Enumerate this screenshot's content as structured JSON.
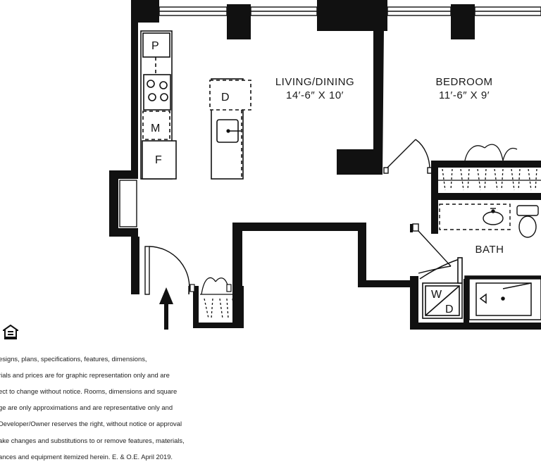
{
  "rooms": {
    "living": {
      "name": "LIVING/DINING",
      "dims": "14′-6″ X 10′"
    },
    "bedroom": {
      "name": "BEDROOM",
      "dims": "11′-6″ X 9′"
    },
    "bath": {
      "name": "BATH"
    }
  },
  "appliances": {
    "pantry": "P",
    "microwave": "M",
    "fridge": "F",
    "dishwasher": "D",
    "washer_dryer_line1": "W",
    "washer_dryer_line2": "D"
  },
  "icons": {
    "entry": "entry-arrow-icon",
    "housing": "equal-housing-opportunity-icon"
  },
  "disclaimer": [
    "esigns, plans, specifications, features, dimensions,",
    "rials and prices are for graphic representation only and are",
    "ect to change without notice. Rooms, dimensions and square",
    "ge are only approximations and are representative only and",
    "Developer/Owner reserves the right, without notice or approval",
    "ake changes and substitutions to or remove features, materials,",
    "ances and equipment itemized herein. E. & O.E. April 2019."
  ]
}
